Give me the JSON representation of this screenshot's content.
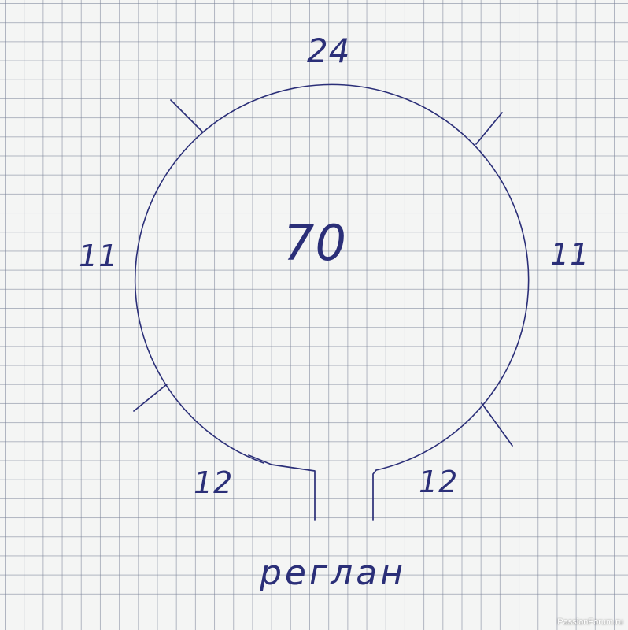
{
  "diagram": {
    "colors": {
      "ink": "#2b2f78",
      "pen": "#3a3f90",
      "grid": "#7a8096",
      "paper": "#f4f5f4"
    },
    "labels": {
      "back": "24",
      "center": "70",
      "left_sleeve": "11",
      "right_sleeve": "11",
      "front_left": "12",
      "front_right": "12",
      "caption": "реглан"
    }
  },
  "watermark": "PassionForum.ru"
}
